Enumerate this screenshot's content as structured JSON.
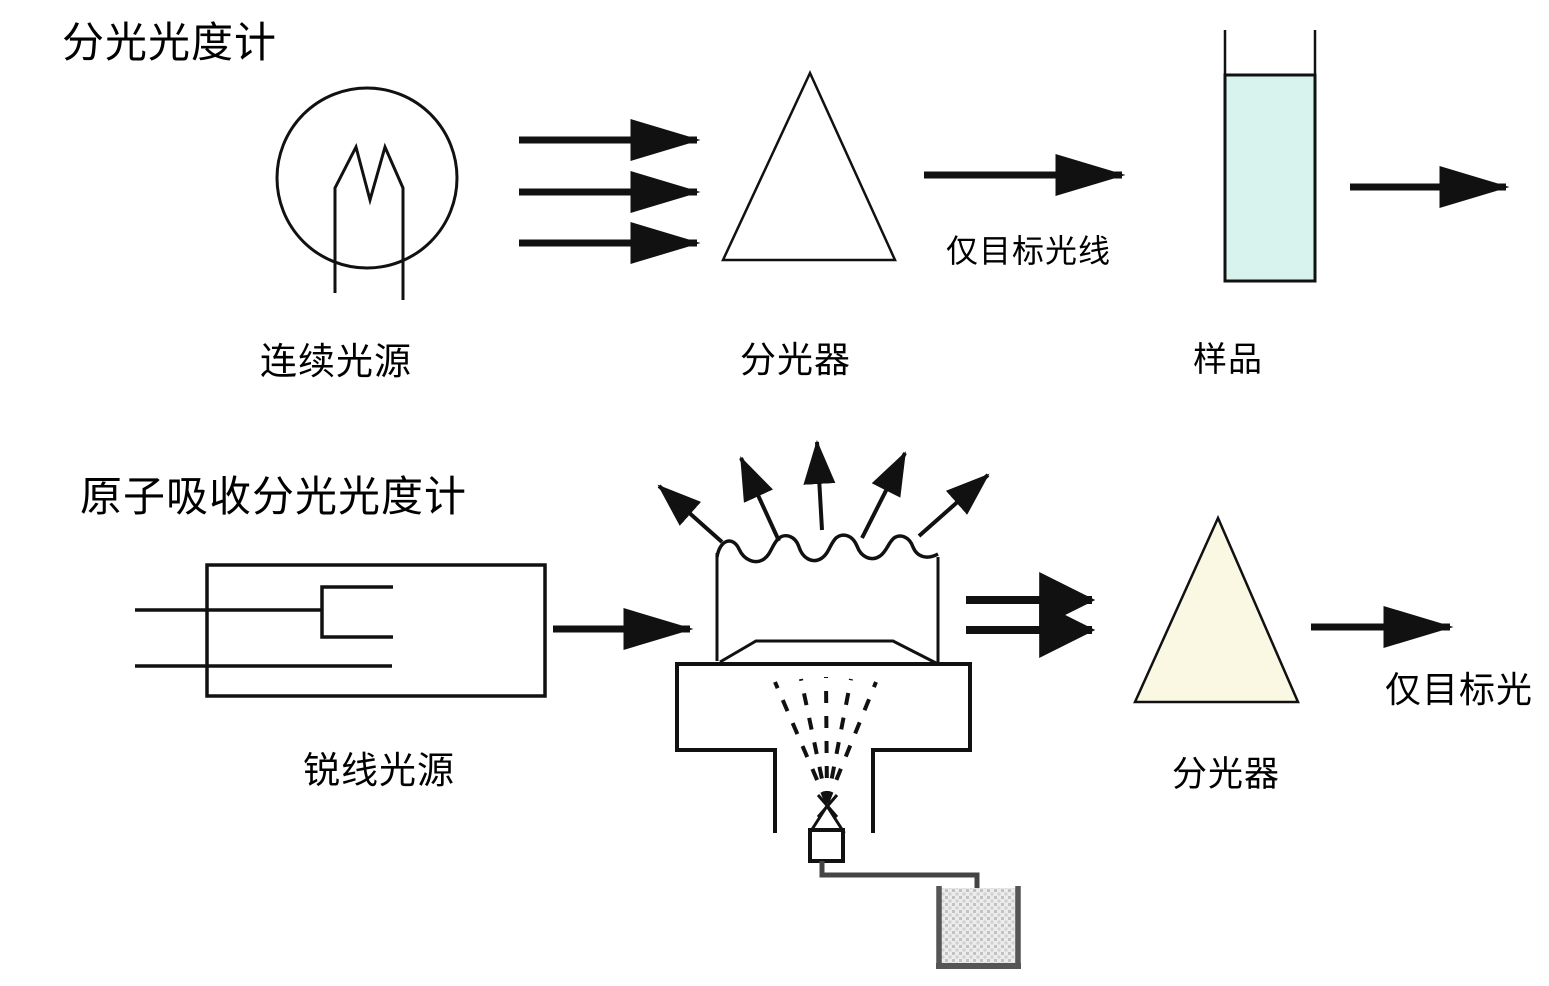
{
  "diagram": {
    "background_color": "#ffffff",
    "line_color": "#111111",
    "spectrophotometer": {
      "title": "分光光度计",
      "light_source_label": "连续光源",
      "prism_label": "分光器",
      "beam_label": "仅目标光线",
      "sample_label": "样品",
      "sample_liquid_color": "#d8f2ee",
      "prism_fill_color": "#ffffff"
    },
    "atomic_absorption": {
      "title": "原子吸收分光光度计",
      "light_source_label": "锐线光源",
      "prism_label": "分光器",
      "beam_label": "仅目标光",
      "prism_fill_color": "#faf8e2",
      "sample_container_wall_color": "#555555"
    }
  }
}
